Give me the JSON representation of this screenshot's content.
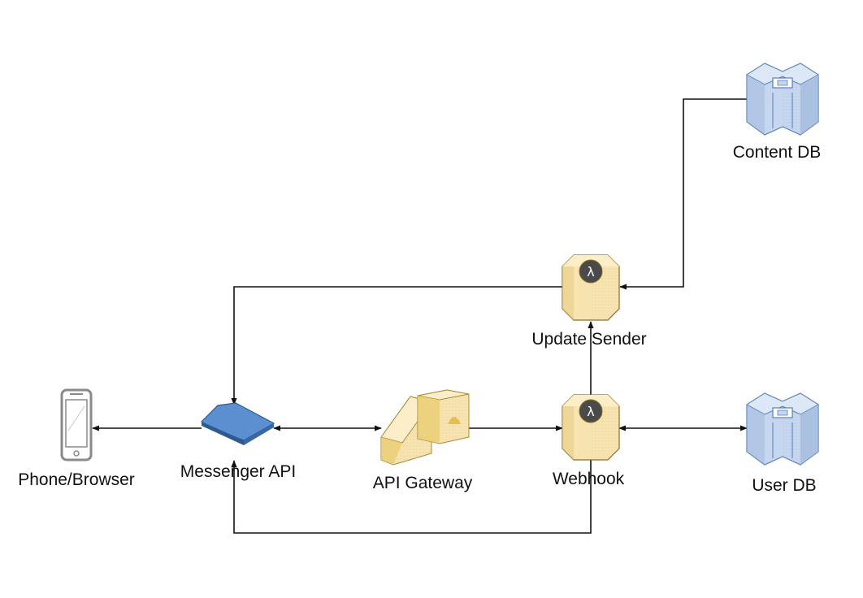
{
  "nodes": {
    "phone": {
      "label": "Phone/Browser",
      "icon": "mobile-phone-icon"
    },
    "messenger": {
      "label": "Messenger API",
      "icon": "api-endpoint-icon"
    },
    "gateway": {
      "label": "API Gateway",
      "icon": "api-gateway-icon"
    },
    "webhook": {
      "label": "Webhook",
      "icon": "lambda-function-icon"
    },
    "sender": {
      "label": "Update Sender",
      "icon": "lambda-function-icon"
    },
    "userdb": {
      "label": "User DB",
      "icon": "database-icon"
    },
    "contentdb": {
      "label": "Content DB",
      "icon": "database-icon"
    }
  },
  "colors": {
    "lambda_fill": "#f6e3b0",
    "lambda_side": "#d9bf6f",
    "lambda_badge": "#4a4a4a",
    "db_fill": "#c5d6ee",
    "db_side": "#9fb8db",
    "db_edge": "#5a7fb8",
    "api_fill": "#4f84c4",
    "phone_fill": "#8a8a8a",
    "edge": "#111111"
  },
  "edges": [
    {
      "from": "messenger",
      "to": "phone",
      "direction": "forward"
    },
    {
      "from": "messenger",
      "to": "gateway",
      "direction": "both"
    },
    {
      "from": "gateway",
      "to": "webhook",
      "direction": "forward"
    },
    {
      "from": "webhook",
      "to": "userdb",
      "direction": "both"
    },
    {
      "from": "webhook",
      "to": "sender",
      "direction": "forward"
    },
    {
      "from": "contentdb",
      "to": "sender",
      "direction": "forward"
    },
    {
      "from": "sender",
      "to": "messenger",
      "direction": "forward"
    },
    {
      "from": "webhook",
      "to": "messenger",
      "direction": "forward"
    }
  ]
}
